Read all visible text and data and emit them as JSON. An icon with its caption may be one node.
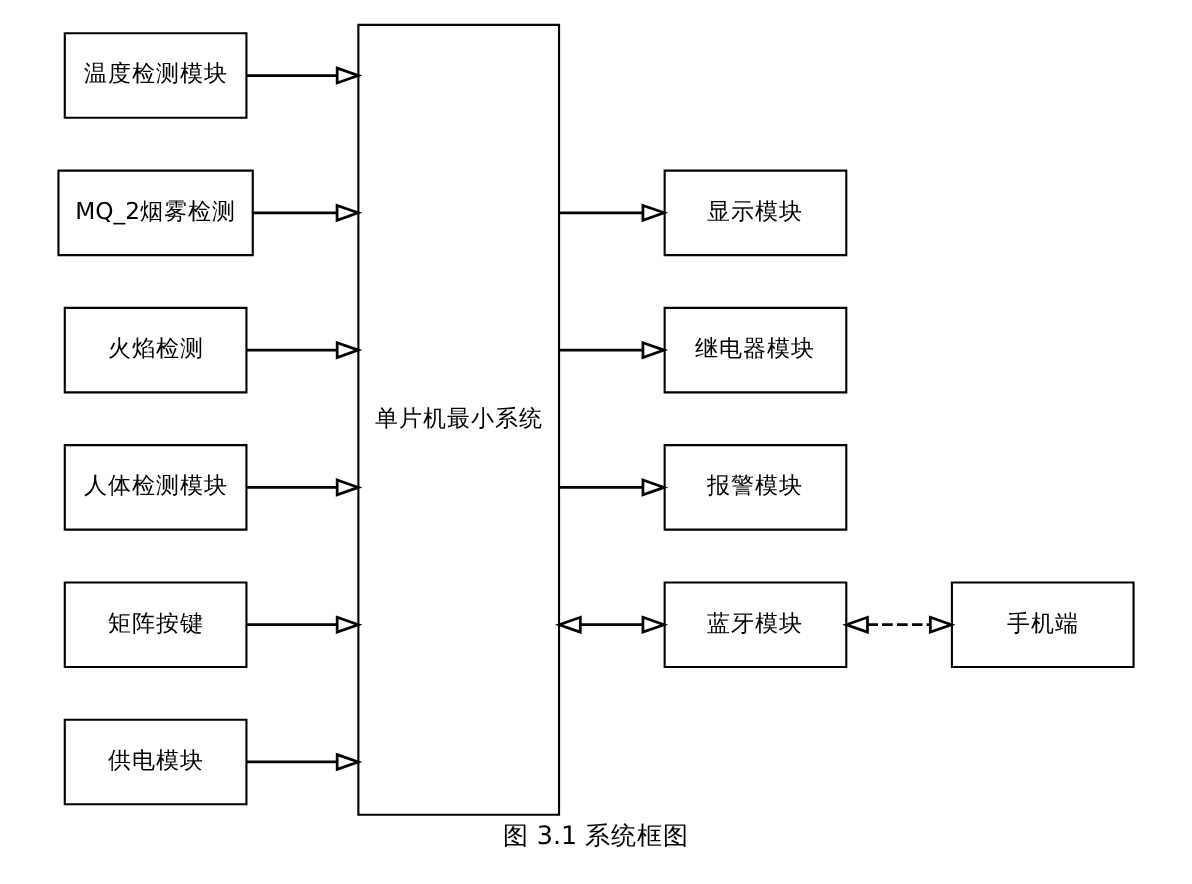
{
  "diagram": {
    "caption": "图 3.1 系统框图",
    "nodes": [
      {
        "text": [
          "温度检测模块"
        ]
      },
      {
        "text": [
          "MQ_2烟雾检测"
        ]
      },
      {
        "text": [
          "火焰检测"
        ]
      },
      {
        "text": [
          "人体检测模块"
        ]
      },
      {
        "text": [
          "矩阵按键"
        ]
      },
      {
        "text": [
          "供电模块"
        ]
      },
      {
        "text": [
          "单片机最小系统"
        ]
      },
      {
        "text": [
          "显示模块"
        ]
      },
      {
        "text": [
          "继电器模块"
        ]
      },
      {
        "text": [
          "报警模块"
        ]
      },
      {
        "text": [
          "蓝牙模块"
        ]
      },
      {
        "text": [
          "手机端"
        ]
      }
    ],
    "edges": [
      {
        "from": 0,
        "to": 6,
        "arrow": "to"
      },
      {
        "from": 1,
        "to": 6,
        "arrow": "to"
      },
      {
        "from": 2,
        "to": 6,
        "arrow": "to"
      },
      {
        "from": 3,
        "to": 6,
        "arrow": "to"
      },
      {
        "from": 4,
        "to": 6,
        "arrow": "to"
      },
      {
        "from": 5,
        "to": 6,
        "arrow": "to"
      },
      {
        "from": 6,
        "to": 7,
        "arrow": "to"
      },
      {
        "from": 6,
        "to": 8,
        "arrow": "to"
      },
      {
        "from": 6,
        "to": 9,
        "arrow": "to"
      },
      {
        "from": 6,
        "to": 10,
        "arrow": "both"
      },
      {
        "from": 10,
        "to": 11,
        "arrow": "both",
        "style": "dashed"
      }
    ]
  }
}
